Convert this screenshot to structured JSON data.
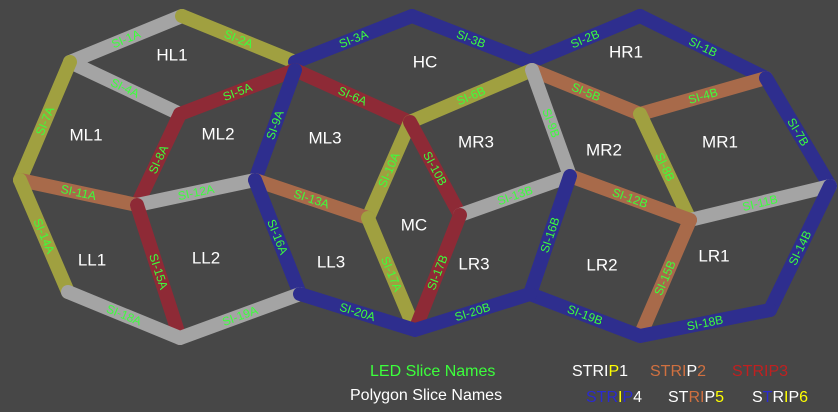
{
  "colors": {
    "background": "#474747",
    "strip1": "#a4a4a4",
    "strip2": "#a86a4a",
    "strip3": "#8e2a36",
    "strip4": "#2e2e8e",
    "strip5": "#a0a040",
    "strip6": "#2e2e8e",
    "led_label": "#3cff3c",
    "polygon_label": "#ffffff"
  },
  "polygons": [
    {
      "name": "HL1"
    },
    {
      "name": "HC"
    },
    {
      "name": "HR1"
    },
    {
      "name": "ML1"
    },
    {
      "name": "ML2"
    },
    {
      "name": "ML3"
    },
    {
      "name": "MR3"
    },
    {
      "name": "MR2"
    },
    {
      "name": "MR1"
    },
    {
      "name": "MC"
    },
    {
      "name": "LL1"
    },
    {
      "name": "LL2"
    },
    {
      "name": "LL3"
    },
    {
      "name": "LR3"
    },
    {
      "name": "LR2"
    },
    {
      "name": "LR1"
    }
  ],
  "led_slices": [
    {
      "name": "SI-1A",
      "strip": 1
    },
    {
      "name": "SI-2A",
      "strip": 5
    },
    {
      "name": "SI-3A",
      "strip": 4
    },
    {
      "name": "SI-3B",
      "strip": 4
    },
    {
      "name": "SI-2B",
      "strip": 6
    },
    {
      "name": "SI-1B",
      "strip": 6
    },
    {
      "name": "SI-4A",
      "strip": 1
    },
    {
      "name": "SI-5A",
      "strip": 3
    },
    {
      "name": "SI-6A",
      "strip": 3
    },
    {
      "name": "SI-6B",
      "strip": 5
    },
    {
      "name": "SI-5B",
      "strip": 2
    },
    {
      "name": "SI-4B",
      "strip": 2
    },
    {
      "name": "SI-7A",
      "strip": 5
    },
    {
      "name": "SI-7B",
      "strip": 4
    },
    {
      "name": "SI-8A",
      "strip": 3
    },
    {
      "name": "SI-8B",
      "strip": 5
    },
    {
      "name": "SI-9A",
      "strip": 4
    },
    {
      "name": "SI-9B",
      "strip": 1
    },
    {
      "name": "SI-10A",
      "strip": 5
    },
    {
      "name": "SI-10B",
      "strip": 3
    },
    {
      "name": "SI-11A",
      "strip": 2
    },
    {
      "name": "SI-11B",
      "strip": 1
    },
    {
      "name": "SI-12A",
      "strip": 1
    },
    {
      "name": "SI-12B",
      "strip": 2
    },
    {
      "name": "SI-13A",
      "strip": 2
    },
    {
      "name": "SI-13B",
      "strip": 1
    },
    {
      "name": "SI-14A",
      "strip": 5
    },
    {
      "name": "SI-14B",
      "strip": 6
    },
    {
      "name": "SI-15A",
      "strip": 3
    },
    {
      "name": "SI-15B",
      "strip": 2
    },
    {
      "name": "SI-16A",
      "strip": 4
    },
    {
      "name": "SI-16B",
      "strip": 4
    },
    {
      "name": "SI-17A",
      "strip": 5
    },
    {
      "name": "SI-17B",
      "strip": 3
    },
    {
      "name": "SI-18A",
      "strip": 1
    },
    {
      "name": "SI-18B",
      "strip": 6
    },
    {
      "name": "SI-19A",
      "strip": 1
    },
    {
      "name": "SI-19B",
      "strip": 4
    },
    {
      "name": "SI-20A",
      "strip": 4
    },
    {
      "name": "SI-20B",
      "strip": 4
    }
  ],
  "legend": {
    "led_title": "LED Slice Names",
    "polygon_title": "Polygon Slice Names",
    "strips": [
      {
        "label": "STRIP1",
        "colors": [
          "#ffffff",
          "#ffffff",
          "#ffffff",
          "#ffffff",
          "#ffff00",
          "#ffffff"
        ]
      },
      {
        "label": "STRIP2",
        "colors": [
          "#d07040",
          "#d07040",
          "#d07040",
          "#d07040",
          "#ffffff",
          "#d07040"
        ]
      },
      {
        "label": "STRIP3",
        "colors": [
          "#c02020",
          "#c02020",
          "#c02020",
          "#c02020",
          "#c02020",
          "#c02020"
        ]
      },
      {
        "label": "STRIP4",
        "colors": [
          "#2a2ad0",
          "#2a2ad0",
          "#2a2ad0",
          "#ffff00",
          "#2a2ad0",
          "#ffffff"
        ]
      },
      {
        "label": "STRIP5",
        "colors": [
          "#ffffff",
          "#ffffff",
          "#d07040",
          "#d07040",
          "#ffffff",
          "#ffff00"
        ]
      },
      {
        "label": "STRIP6",
        "colors": [
          "#ffffff",
          "#2a2ad0",
          "#ffffff",
          "#ffff00",
          "#ffffff",
          "#ffff00"
        ]
      }
    ]
  }
}
